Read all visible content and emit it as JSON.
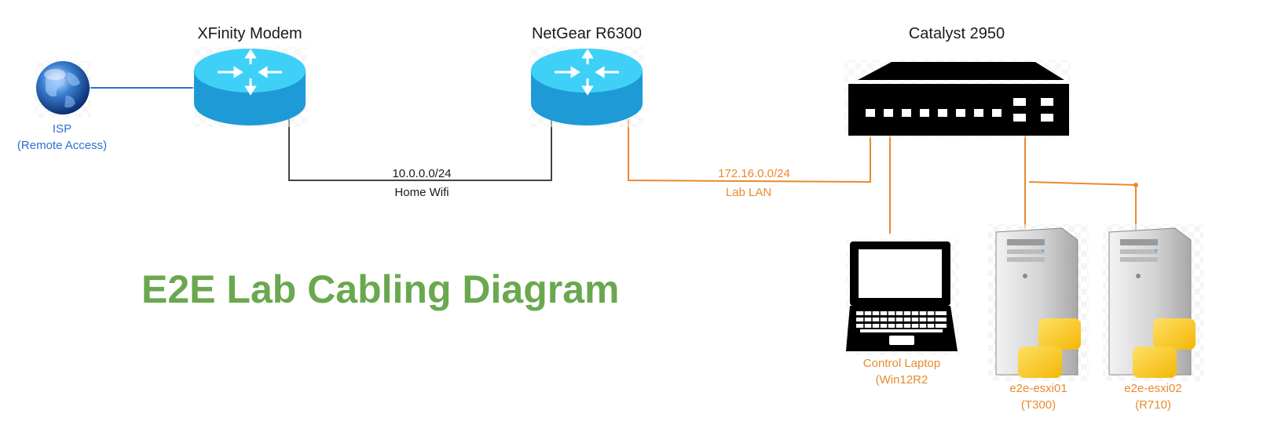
{
  "title": "E2E Lab Cabling Diagram",
  "colors": {
    "heading": "#6aa84f",
    "orange_link": "#e88a2e",
    "blue_link": "#2f6fd1",
    "router_top": "#3fd0f7",
    "router_side": "#1e9bd7",
    "switch_body": "#000000"
  },
  "devices": {
    "isp": {
      "line1": "ISP",
      "line2": "(Remote Access)",
      "icon": "globe-icon"
    },
    "modem": {
      "label": "XFinity Modem",
      "icon": "router-icon"
    },
    "router": {
      "label": "NetGear R6300",
      "icon": "router-icon"
    },
    "switch": {
      "label": "Catalyst 2950",
      "icon": "switch-icon"
    },
    "laptop": {
      "line1": "Control Laptop",
      "line2": "(Win12R2",
      "icon": "laptop-icon"
    },
    "esxi01": {
      "line1": "e2e-esxi01",
      "line2": "(T300)",
      "icon": "server-icon"
    },
    "esxi02": {
      "line1": "e2e-esxi02",
      "line2": "(R710)",
      "icon": "server-icon"
    }
  },
  "links": {
    "home": {
      "subnet": "10.0.0.0/24",
      "name": "Home Wifi"
    },
    "lab": {
      "subnet": "172.16.0.0/24",
      "name": "Lab LAN"
    }
  }
}
